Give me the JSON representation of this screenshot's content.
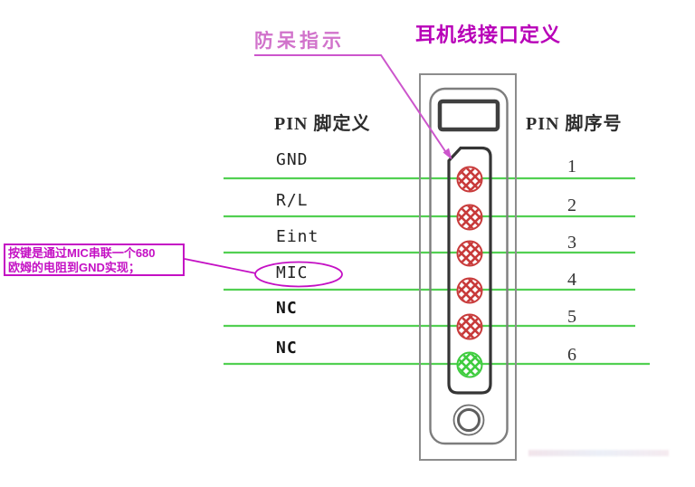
{
  "title": "耳机线接口定义",
  "foolproof_label": "防呆指示",
  "headers": {
    "left": "PIN 脚定义",
    "right": "PIN 脚序号"
  },
  "note": {
    "line1": "按键是通过MIC串联一个680",
    "line2": "欧姆的电阻到GND实现；"
  },
  "pins": [
    {
      "label": "GND",
      "number": "1",
      "color": "red"
    },
    {
      "label": "R/L",
      "number": "2",
      "color": "red"
    },
    {
      "label": "Eint",
      "number": "3",
      "color": "red"
    },
    {
      "label": "MIC",
      "number": "4",
      "color": "red"
    },
    {
      "label": "NC",
      "number": "5",
      "color": "red"
    },
    {
      "label": "NC",
      "number": "6",
      "color": "green"
    }
  ],
  "colors": {
    "title_magenta": "#b800b8",
    "annotation_magenta": "#c410c4",
    "foolproof_pink": "#d173cb",
    "leader_pink": "#cc55cc",
    "wire_green": "#52d052",
    "pin_red": "#c83a3a",
    "pin_green": "#3ecc3e"
  }
}
